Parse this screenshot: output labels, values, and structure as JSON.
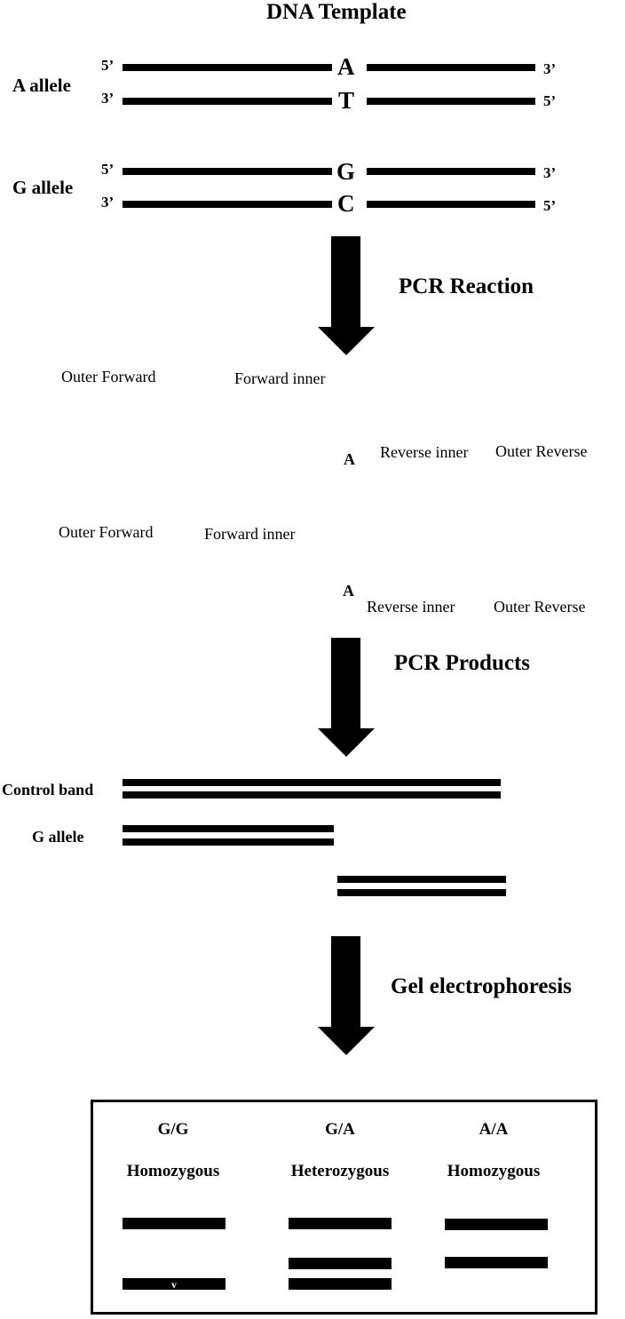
{
  "title": "DNA Template",
  "alleles": [
    {
      "label": "A allele",
      "top_strand": {
        "left_end": "5’",
        "base": "A",
        "right_end": "3’"
      },
      "bottom_strand": {
        "left_end": "3’",
        "base": "T",
        "right_end": "5’"
      }
    },
    {
      "label": "G allele",
      "top_strand": {
        "left_end": "5’",
        "base": "G",
        "right_end": "3’"
      },
      "bottom_strand": {
        "left_end": "3’",
        "base": "C",
        "right_end": "5’"
      }
    }
  ],
  "steps": [
    "PCR Reaction",
    "PCR Products",
    "Gel electrophoresis"
  ],
  "primer_sets": [
    {
      "outer_forward": "Outer Forward",
      "forward_inner": "Forward inner",
      "base": "A",
      "reverse_inner": "Reverse inner",
      "outer_reverse": "Outer Reverse"
    },
    {
      "outer_forward": "Outer Forward",
      "forward_inner": "Forward inner",
      "base": "A",
      "reverse_inner": "Reverse inner",
      "outer_reverse": "Outer Reverse"
    }
  ],
  "products": {
    "control_band": "Control band",
    "g_allele": "G allele"
  },
  "gel": {
    "lanes": [
      {
        "genotype": "G/G",
        "zygosity": "Homozygous"
      },
      {
        "genotype": "G/A",
        "zygosity": "Heterozygous"
      },
      {
        "genotype": "A/A",
        "zygosity": "Homozygous"
      }
    ],
    "small_mark": "v"
  }
}
